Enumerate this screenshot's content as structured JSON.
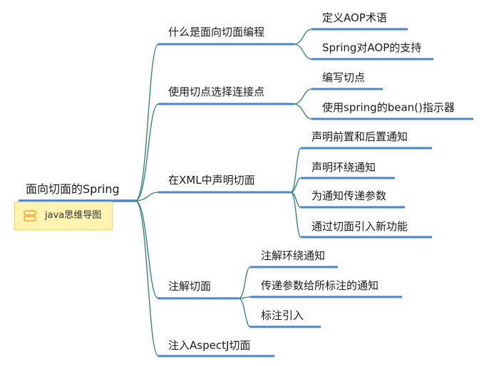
{
  "colors": {
    "connector": "#2e7d6e",
    "underline": "#4a86c8",
    "note_bg": "#fff3b0",
    "note_icon": "#f0a830"
  },
  "root": {
    "label": "面向切面的Spring"
  },
  "note": {
    "text": "java思维导图",
    "icon": "note-icon"
  },
  "branches": [
    {
      "label": "什么是面向切面编程",
      "children": [
        "定义AOP术语",
        "Spring对AOP的支持"
      ]
    },
    {
      "label": "使用切点选择连接点",
      "children": [
        "编写切点",
        "使用spring的bean()指示器"
      ]
    },
    {
      "label": "在XML中声明切面",
      "children": [
        "声明前置和后置通知",
        "声明环绕通知",
        "为通知传递参数",
        "通过切面引入新功能"
      ]
    },
    {
      "label": "注解切面",
      "children": [
        "注解环绕通知",
        "传递参数给所标注的通知",
        "标注引入"
      ]
    },
    {
      "label": "注入AspectJ切面",
      "children": []
    }
  ]
}
